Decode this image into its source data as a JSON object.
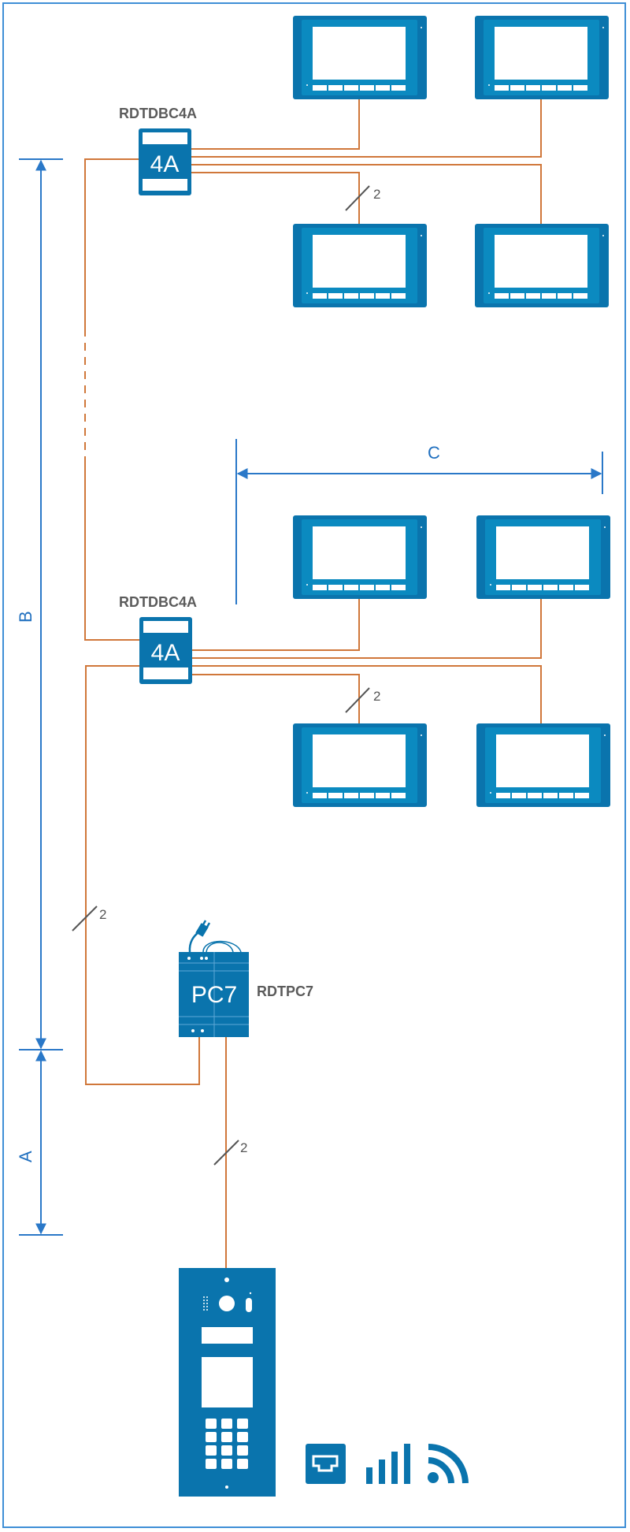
{
  "colors": {
    "device_blue": "#0a74ad",
    "device_inner": "#0b8ac0",
    "wire_orange": "#d0773a",
    "dimension_blue": "#2a78c8",
    "label_gray": "#5b5b5b",
    "border_blue": "#3f8fd6"
  },
  "distributors": [
    {
      "model": "RDTDBC4A",
      "box_label": "4A"
    },
    {
      "model": "RDTDBC4A",
      "box_label": "4A"
    }
  ],
  "power_supply": {
    "model": "RDTPC7",
    "box_label": "PC7",
    "icon": "power-plug-icon"
  },
  "dimensions": {
    "a": "A",
    "b": "B",
    "c": "C"
  },
  "wire_counts": {
    "top_group": "2",
    "bottom_group": "2",
    "riser": "2",
    "panel": "2"
  },
  "monitors": {
    "top_group_count": 4,
    "bottom_group_count": 4
  },
  "door_panel": {
    "name": "outdoor-panel",
    "keypad_keys": 12
  },
  "connectivity_icons": [
    "ethernet-icon",
    "cellular-signal-icon",
    "wifi-icon"
  ]
}
